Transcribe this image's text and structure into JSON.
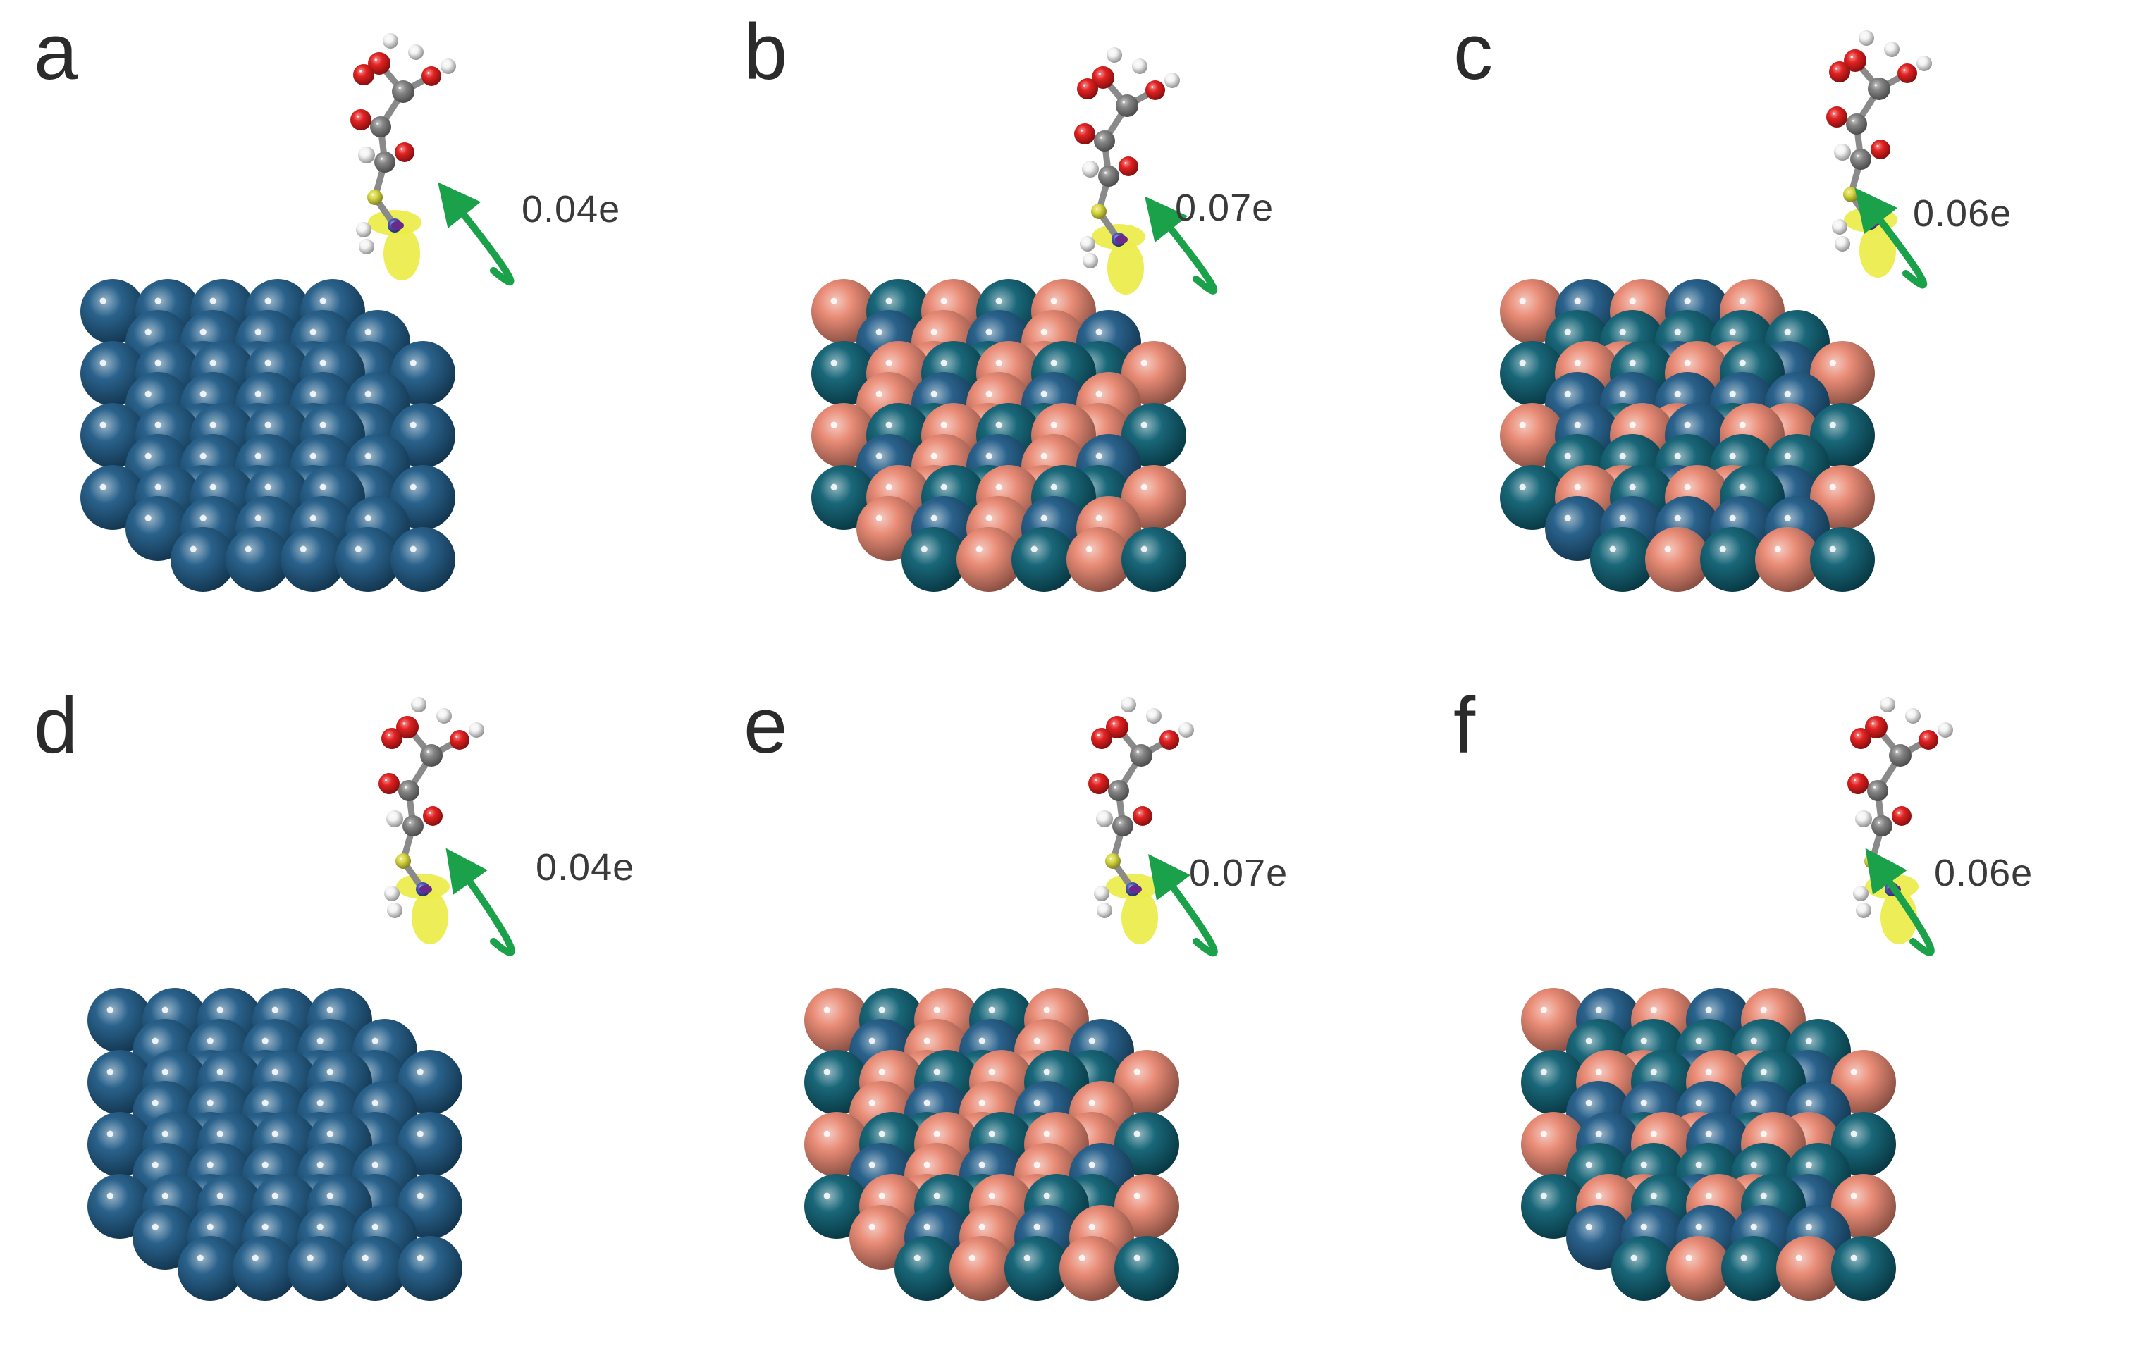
{
  "colors": {
    "metal_a": "#1f5a86",
    "metal_b": "#0d5f72",
    "metal_c": "#e88670",
    "isosurface": "#ecec4a",
    "arrow": "#1aa14a",
    "oxygen": "#e01616",
    "carbon": "#7d7d7d",
    "hydrogen": "#f3f3f3",
    "nitrogen": "#3d4fb8",
    "sulfur": "#d8d83a"
  },
  "panels": [
    {
      "letter": "a",
      "charge": "0.04e",
      "surface": "pure",
      "view": "top"
    },
    {
      "letter": "b",
      "charge": "0.07e",
      "surface": "alloy-rich",
      "view": "top"
    },
    {
      "letter": "c",
      "charge": "0.06e",
      "surface": "alloy",
      "view": "top"
    },
    {
      "letter": "d",
      "charge": "0.04e",
      "surface": "pure",
      "view": "bottom"
    },
    {
      "letter": "e",
      "charge": "0.07e",
      "surface": "alloy-rich",
      "view": "bottom"
    },
    {
      "letter": "f",
      "charge": "0.06e",
      "surface": "alloy",
      "view": "bottom"
    }
  ]
}
